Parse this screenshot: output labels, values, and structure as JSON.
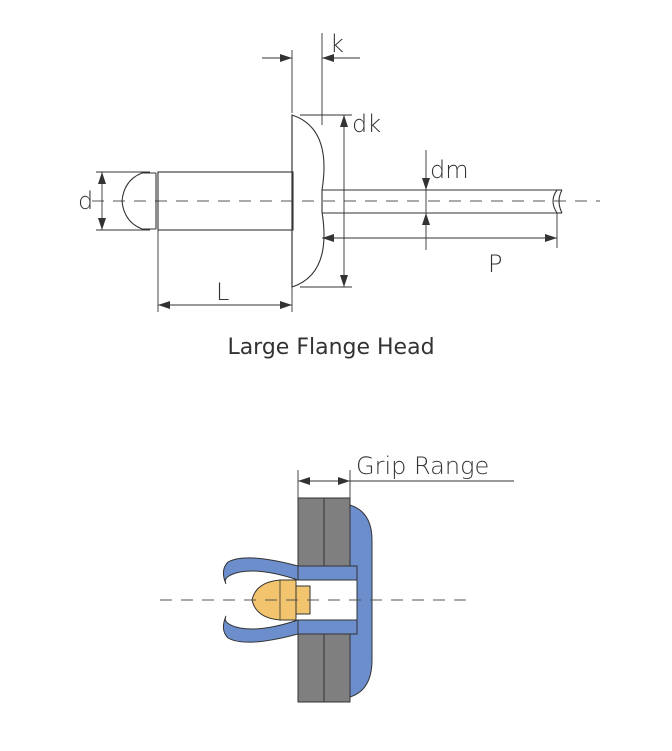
{
  "diagram_top": {
    "labels": {
      "k": "k",
      "dk": "dk",
      "dm": "dm",
      "d": "d",
      "L": "L",
      "P": "P"
    },
    "caption": "Large Flange Head"
  },
  "diagram_bottom": {
    "label": "Grip Range",
    "colors": {
      "plate": "#7f7f7f",
      "rivet_body": "#6d8ecc",
      "mandrel_head": "#f2c46d"
    }
  }
}
